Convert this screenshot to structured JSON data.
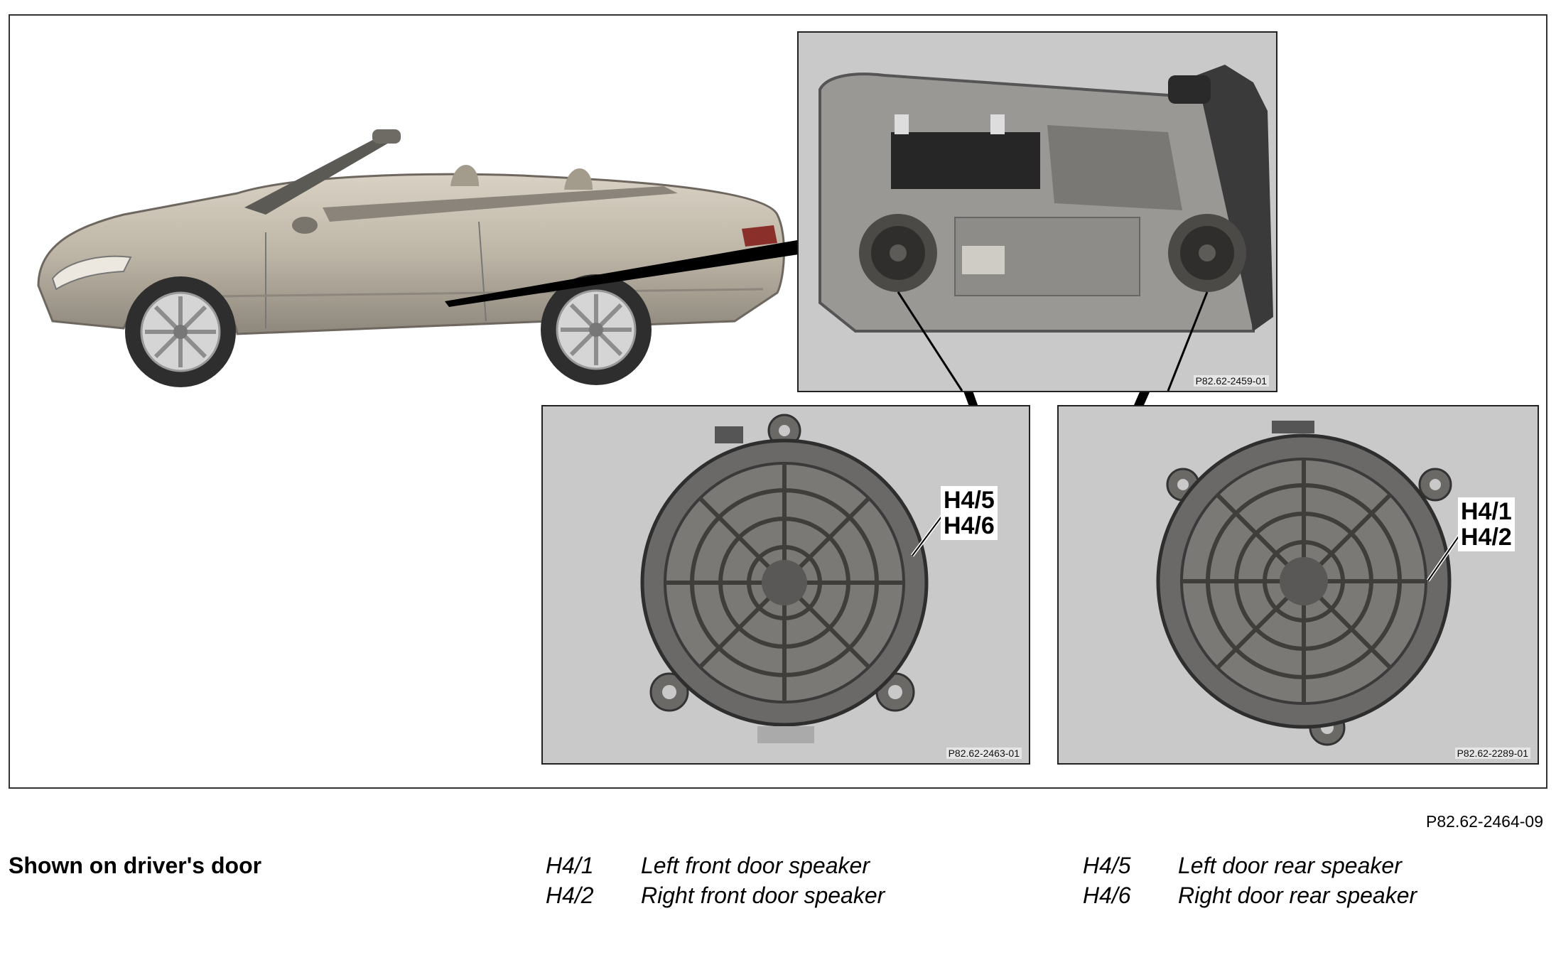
{
  "panels": {
    "door_ref": "P82.62-2459-01",
    "front_ref": "P82.62-2463-01",
    "rear_ref": "P82.62-2289-01",
    "front_callout": [
      "H4/5",
      "H4/6"
    ],
    "rear_callout": [
      "H4/1",
      "H4/2"
    ]
  },
  "figure_ref": "P82.62-2464-09",
  "caption": "Shown on driver's door",
  "legend_left": [
    {
      "code": "H4/1",
      "label": "Left front door speaker"
    },
    {
      "code": "H4/2",
      "label": "Right front door speaker"
    }
  ],
  "legend_right": [
    {
      "code": "H4/5",
      "label": "Left door rear speaker"
    },
    {
      "code": "H4/6",
      "label": "Right door rear speaker"
    }
  ]
}
